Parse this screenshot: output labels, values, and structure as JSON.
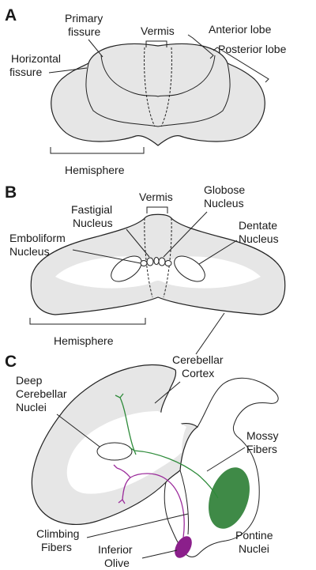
{
  "panels": {
    "a": {
      "letter": "A",
      "labels": {
        "primary_fissure_1": "Primary",
        "primary_fissure_2": "fissure",
        "vermis": "Vermis",
        "anterior_lobe": "Anterior lobe",
        "posterior_lobe": "Posterior lobe",
        "horizontal_fissure_1": "Horizontal",
        "horizontal_fissure_2": "fissure",
        "hemisphere": "Hemisphere"
      }
    },
    "b": {
      "letter": "B",
      "labels": {
        "vermis": "Vermis",
        "fastigial_1": "Fastigial",
        "fastigial_2": "Nucleus",
        "globose_1": "Globose",
        "globose_2": "Nucleus",
        "dentate_1": "Dentate",
        "dentate_2": "Nucleus",
        "emboliform_1": "Emboliform",
        "emboliform_2": "Nucleus",
        "hemisphere": "Hemisphere",
        "cerebellar_cortex_1": "Cerebellar",
        "cerebellar_cortex_2": "Cortex"
      }
    },
    "c": {
      "letter": "C",
      "labels": {
        "deep_nuclei_1": "Deep",
        "deep_nuclei_2": "Cerebellar",
        "deep_nuclei_3": "Nuclei",
        "mossy_1": "Mossy",
        "mossy_2": "Fibers",
        "climbing_1": "Climbing",
        "climbing_2": "Fibers",
        "pontine_1": "Pontine",
        "pontine_2": "Nuclei",
        "olive_1": "Inferior",
        "olive_2": "Olive"
      }
    }
  },
  "colors": {
    "tissue": "#e6e6e6",
    "mossy_fiber": "#2e8b3a",
    "pontine_nuclei": "#3f8a47",
    "climbing_fiber": "#9b2a9b",
    "inferior_olive": "#8b1f8b"
  }
}
